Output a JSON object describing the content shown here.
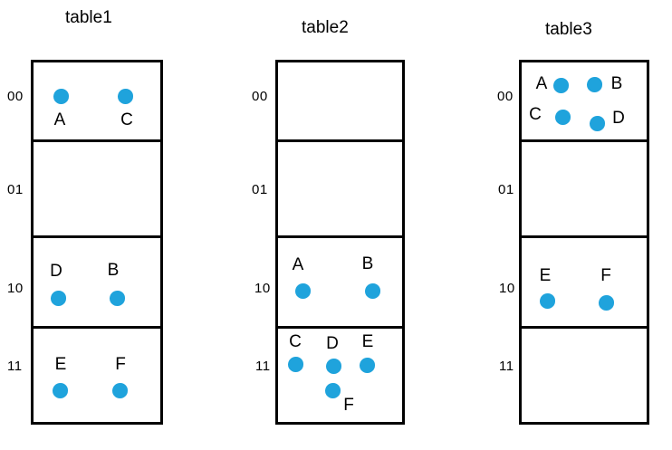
{
  "colors": {
    "dot_fill": "#1FA3DC",
    "line": "#000000",
    "text": "#000000",
    "background": "#FFFFFF"
  },
  "tables": [
    {
      "title": "table1",
      "row_labels": [
        "00",
        "01",
        "10",
        "11"
      ],
      "cells": [
        {
          "row": "00",
          "points": [
            "A",
            "C"
          ]
        },
        {
          "row": "01",
          "points": []
        },
        {
          "row": "10",
          "points": [
            "D",
            "B"
          ]
        },
        {
          "row": "11",
          "points": [
            "E",
            "F"
          ]
        }
      ]
    },
    {
      "title": "table2",
      "row_labels": [
        "00",
        "01",
        "10",
        "11"
      ],
      "cells": [
        {
          "row": "00",
          "points": []
        },
        {
          "row": "01",
          "points": []
        },
        {
          "row": "10",
          "points": [
            "A",
            "B"
          ]
        },
        {
          "row": "11",
          "points": [
            "C",
            "D",
            "E",
            "F"
          ]
        }
      ]
    },
    {
      "title": "table3",
      "row_labels": [
        "00",
        "01",
        "10",
        "11"
      ],
      "cells": [
        {
          "row": "00",
          "points": [
            "A",
            "B",
            "C",
            "D"
          ]
        },
        {
          "row": "01",
          "points": []
        },
        {
          "row": "10",
          "points": [
            "E",
            "F"
          ]
        },
        {
          "row": "11",
          "points": []
        }
      ]
    }
  ]
}
